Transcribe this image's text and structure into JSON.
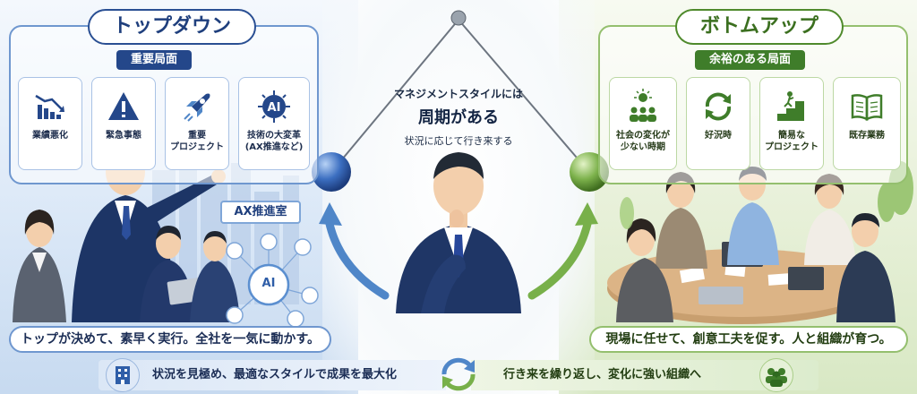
{
  "left_panel": {
    "title": "トップダウン",
    "subtitle": "重要局面",
    "cards": [
      {
        "label": "業績悪化",
        "icon": "declining-chart-icon"
      },
      {
        "label": "緊急事態",
        "icon": "warning-icon"
      },
      {
        "label": "重要\nプロジェクト",
        "icon": "rocket-icon"
      },
      {
        "label": "技術の大変革\n(AX推進など)",
        "icon": "ai-chip-icon"
      }
    ],
    "caption": "トップが決めて、素早く実行。全社を一気に動かす。",
    "sign_text": "AX推進室",
    "ai_hub_text": "AI"
  },
  "right_panel": {
    "title": "ボトムアップ",
    "subtitle": "余裕のある局面",
    "cards": [
      {
        "label": "社会の変化が\n少ない時期",
        "icon": "sun-people-icon"
      },
      {
        "label": "好況時",
        "icon": "cycle-arrows-icon"
      },
      {
        "label": "簡易な\nプロジェクト",
        "icon": "steps-person-icon"
      },
      {
        "label": "既存業務",
        "icon": "open-book-icon"
      }
    ],
    "caption": "現場に任せて、創意工夫を促す。人と組織が育つ。"
  },
  "center": {
    "line1": "マネジメントスタイルには",
    "line2": "周期がある",
    "line3": "状況に応じて行き来する"
  },
  "footer": {
    "left_text": "状況を見極め、最適なスタイルで成果を最大化",
    "right_text": "行き来を繰り返し、変化に強い組織へ"
  },
  "colors": {
    "navy": "#24478a",
    "blue_accent": "#4f86c8",
    "green": "#3f7d2a",
    "green_accent": "#78b04a"
  }
}
